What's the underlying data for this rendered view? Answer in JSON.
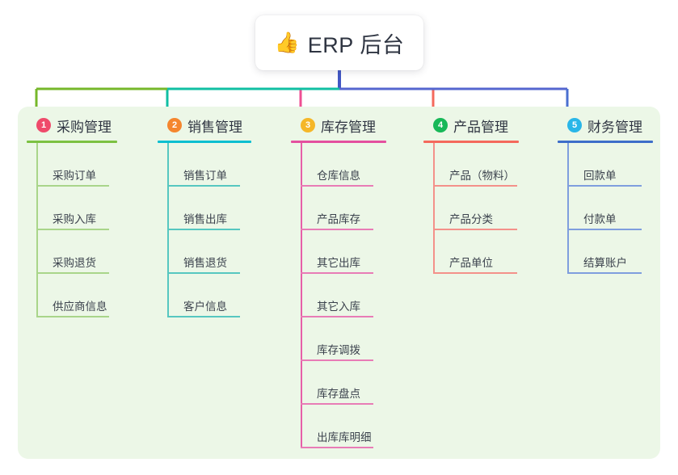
{
  "diagram": {
    "type": "mind-map",
    "background_color": "#ffffff",
    "panel_color": "#ecf7e7",
    "root": {
      "icon": "thumbs-up-icon",
      "emoji": "👍",
      "title": "ERP 后台"
    },
    "trunk_color": "#4257c4",
    "bus_segments": [
      {
        "name": "bus-segment-green",
        "color": "#76b72a"
      },
      {
        "name": "bus-segment-teal",
        "color": "#10bfa3"
      },
      {
        "name": "bus-segment-blue",
        "color": "#5566cf"
      }
    ],
    "columns": [
      {
        "index": "1",
        "title": "采购管理",
        "badge_color": "#ef4a6b",
        "rule_color": "#7cc142",
        "spine_color": "#a9d58a",
        "drop_color": "#76b72a",
        "leaf_rule_color": "#a9d58a",
        "items": [
          "采购订单",
          "采购入库",
          "采购退货",
          "供应商信息"
        ]
      },
      {
        "index": "2",
        "title": "销售管理",
        "badge_color": "#f5862e",
        "rule_color": "#0bbfd0",
        "spine_color": "#56c7c0",
        "drop_color": "#10bfa3",
        "leaf_rule_color": "#56c7c0",
        "items": [
          "销售订单",
          "销售出库",
          "销售退货",
          "客户信息"
        ]
      },
      {
        "index": "3",
        "title": "库存管理",
        "badge_color": "#f5b728",
        "rule_color": "#e4509f",
        "spine_color": "#e75fa8",
        "drop_color": "#ef4f93",
        "leaf_rule_color": "#e87cb6",
        "items": [
          "仓库信息",
          "产品库存",
          "其它出库",
          "其它入库",
          "库存调拨",
          "库存盘点",
          "出库库明细"
        ]
      },
      {
        "index": "4",
        "title": "产品管理",
        "badge_color": "#17b858",
        "rule_color": "#f4695c",
        "spine_color": "#f4918a",
        "drop_color": "#f4695c",
        "leaf_rule_color": "#f4918a",
        "items": [
          "产品（物料）",
          "产品分类",
          "产品单位"
        ]
      },
      {
        "index": "5",
        "title": "财务管理",
        "badge_color": "#29b6e8",
        "rule_color": "#3d6ec9",
        "spine_color": "#7f9ede",
        "drop_color": "#4a6fd0",
        "leaf_rule_color": "#7f9ede",
        "items": [
          "回款单",
          "付款单",
          "结算账户"
        ]
      }
    ]
  }
}
